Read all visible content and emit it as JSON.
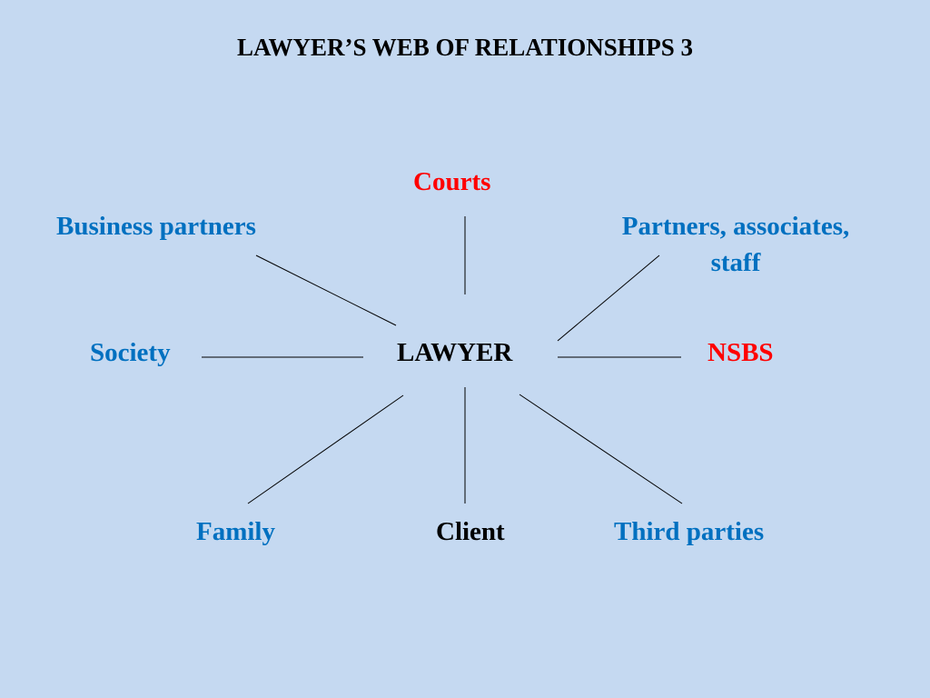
{
  "slide": {
    "title": "LAWYER’S WEB OF RELATIONSHIPS 3",
    "background_color": "#c5d9f1",
    "colors": {
      "title": "#000000",
      "center": "#000000",
      "blue_node": "#0070c0",
      "red_node": "#ff0000",
      "connector": "#000000"
    }
  },
  "diagram": {
    "center": {
      "label": "LAWYER"
    },
    "nodes": {
      "courts": {
        "label": "Courts"
      },
      "business_partners": {
        "label": "Business partners"
      },
      "partners_associates_staff": {
        "line1": "Partners, associates,",
        "line2": "staff"
      },
      "society": {
        "label": "Society"
      },
      "nsbs": {
        "label": "NSBS"
      },
      "family": {
        "label": "Family"
      },
      "client": {
        "label": "Client"
      },
      "third_parties": {
        "label": "Third parties"
      }
    }
  }
}
